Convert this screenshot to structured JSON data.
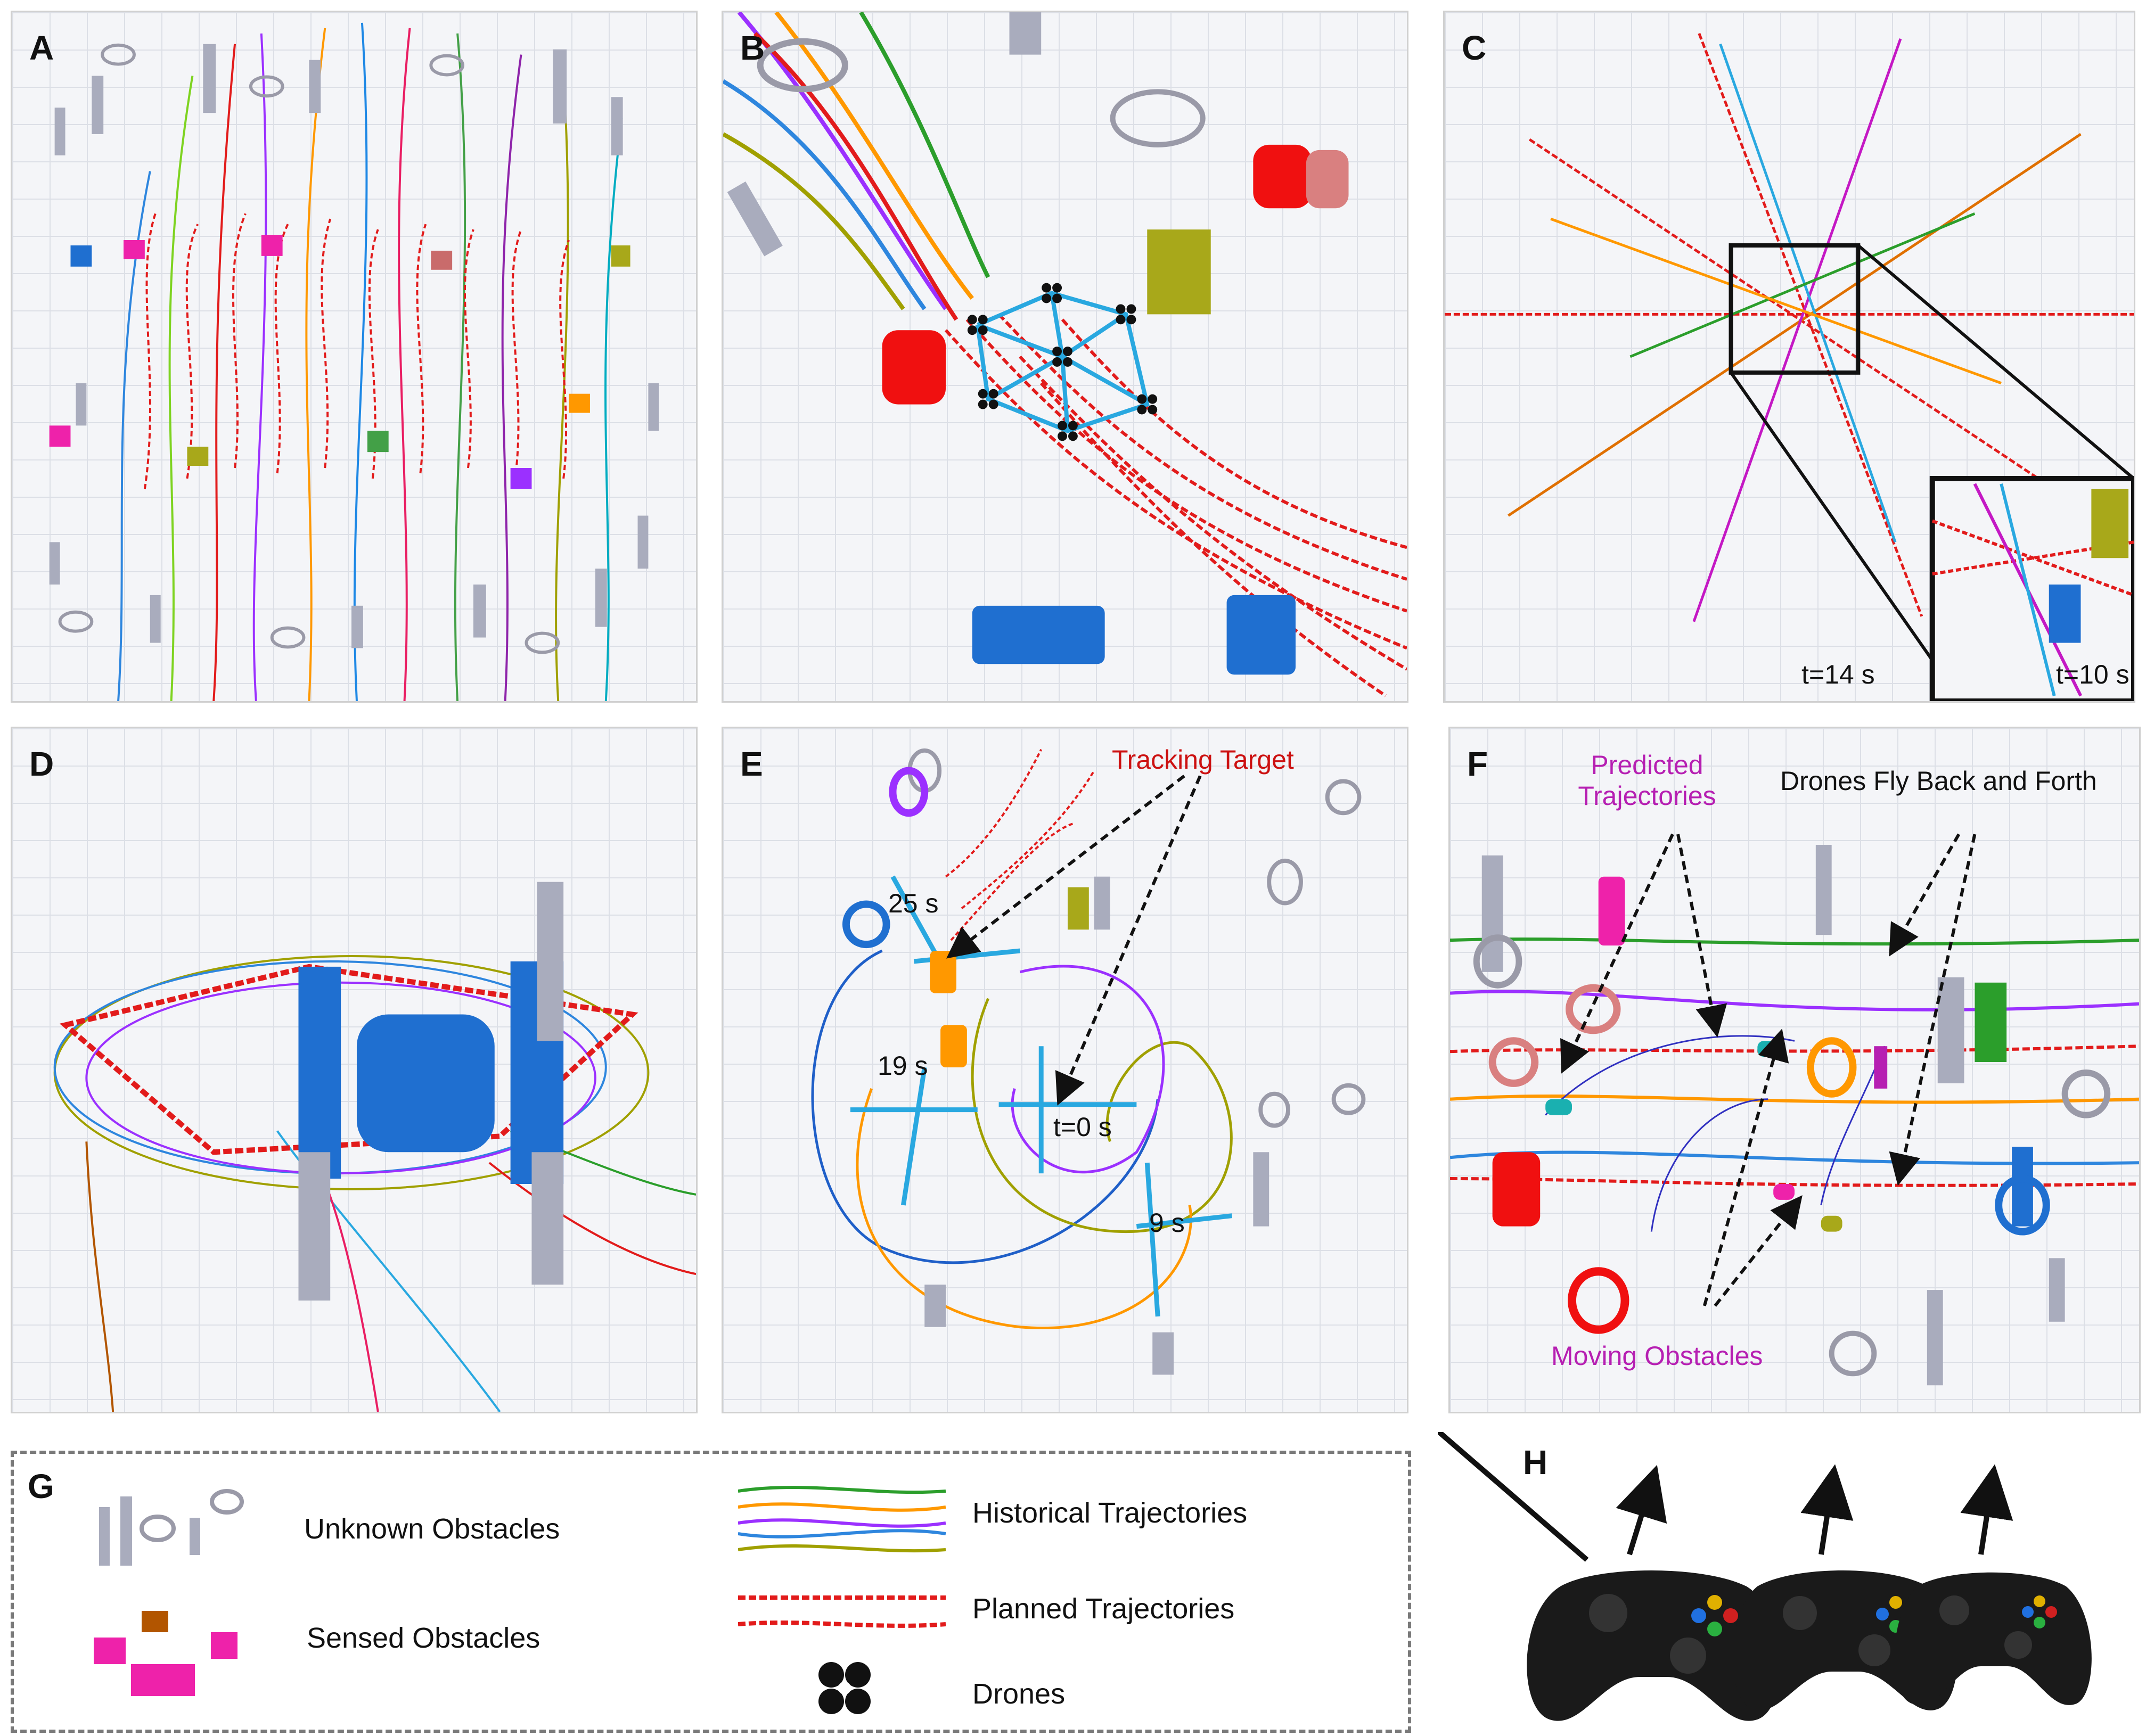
{
  "panels": {
    "A": {
      "label": "A"
    },
    "B": {
      "label": "B"
    },
    "C": {
      "label": "C",
      "time_main": "t=14 s",
      "time_inset": "t=10 s"
    },
    "D": {
      "label": "D"
    },
    "E": {
      "label": "E",
      "tracking_target": "Tracking Target",
      "t25": "25 s",
      "t19": "19 s",
      "t0": "t=0 s",
      "t9": "9 s"
    },
    "F": {
      "label": "F",
      "predicted": "Predicted Trajectories",
      "fly_back": "Drones Fly Back and Forth",
      "moving": "Moving Obstacles"
    },
    "G": {
      "label": "G"
    },
    "H": {
      "label": "H"
    }
  },
  "legend": {
    "unknown": "Unknown Obstacles",
    "sensed": "Sensed Obstacles",
    "historical": "Historical Trajectories",
    "planned": "Planned Trajectories",
    "drones": "Drones"
  },
  "colors": {
    "planned": "#e21b1b",
    "swarm_link": "#29a8e0",
    "obstacle_unknown": "#a9acbd",
    "obstacle_red": "#f01010",
    "obstacle_blue": "#1f6fd0",
    "obstacle_yellow": "#a8a81a",
    "obstacle_magenta": "#ee22aa",
    "text_tracking": "#cc1111",
    "text_predicted": "#b61fb2"
  }
}
